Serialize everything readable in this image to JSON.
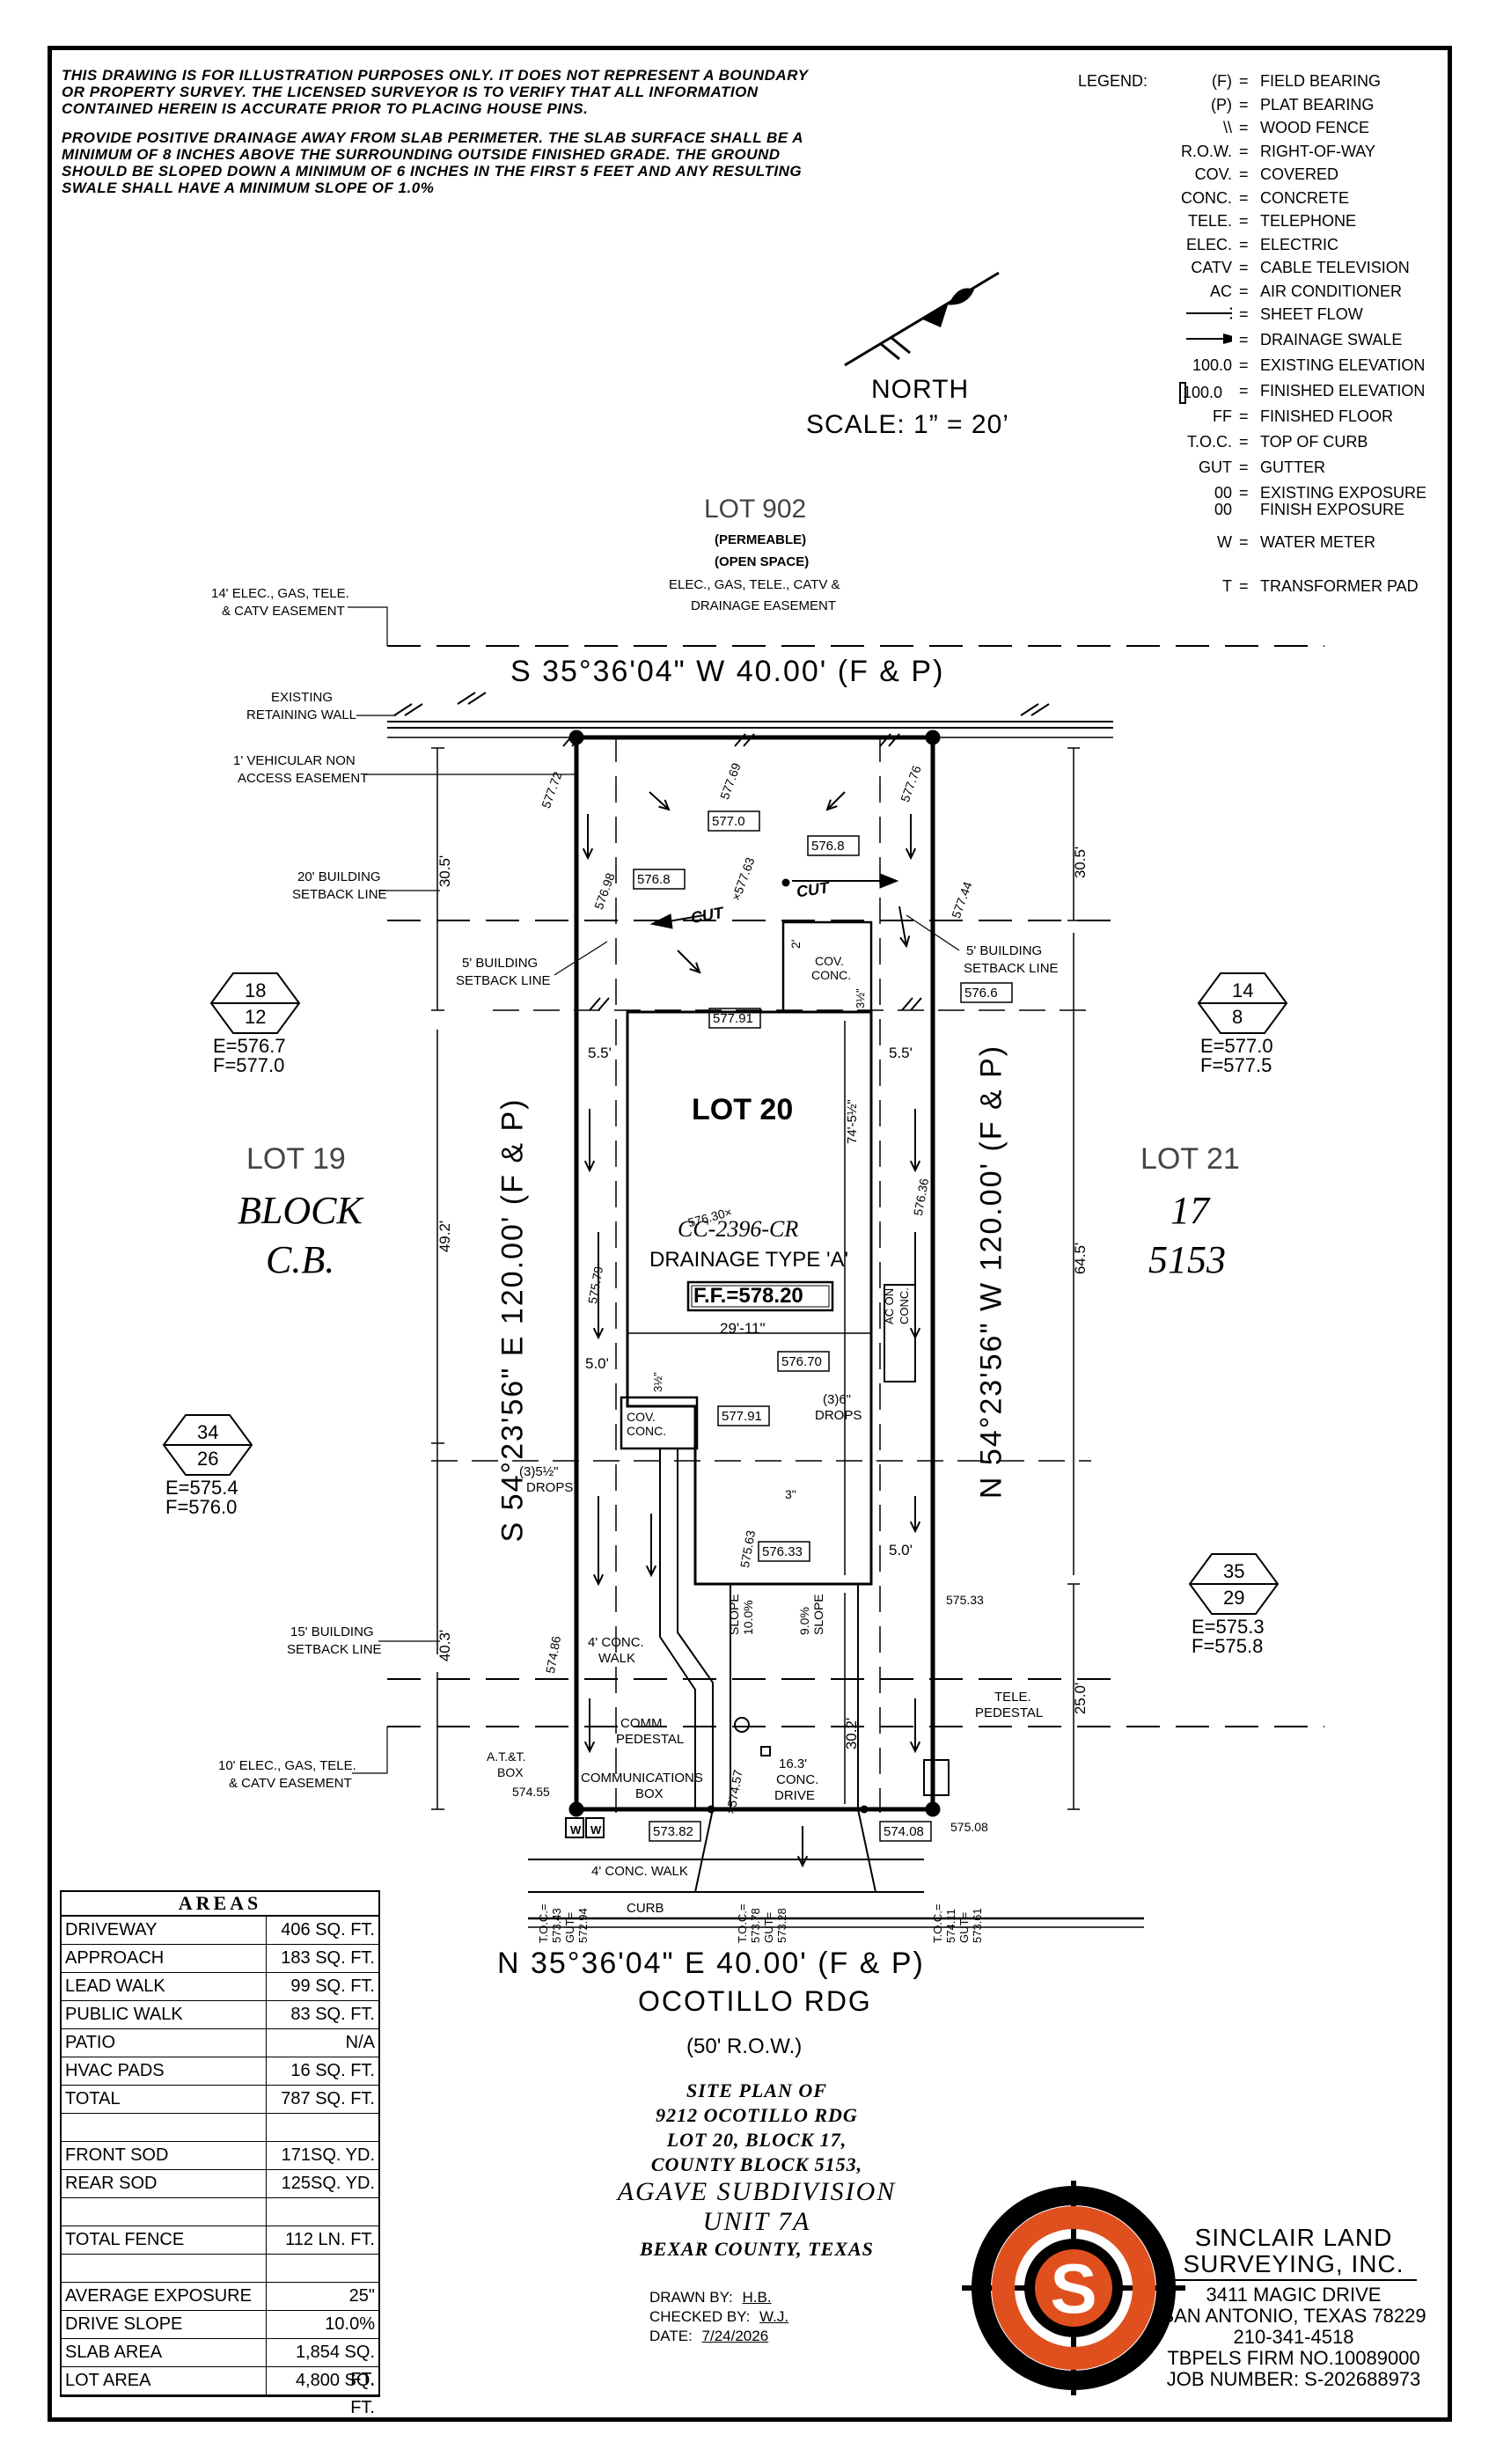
{
  "notes": {
    "disclaimer": "THIS DRAWING IS FOR ILLUSTRATION PURPOSES ONLY. IT DOES NOT REPRESENT A BOUNDARY OR PROPERTY SURVEY. THE LICENSED SURVEYOR IS TO VERIFY THAT ALL INFORMATION CONTAINED HEREIN IS ACCURATE PRIOR TO PLACING HOUSE PINS.",
    "drainage": "PROVIDE POSITIVE DRAINAGE AWAY FROM SLAB PERIMETER. THE SLAB SURFACE SHALL BE A MINIMUM OF 8 INCHES ABOVE THE SURROUNDING OUTSIDE FINISHED GRADE. THE GROUND SHOULD BE SLOPED DOWN A MINIMUM OF 6 INCHES IN THE FIRST 5 FEET AND ANY RESULTING SWALE SHALL HAVE A MINIMUM SLOPE OF 1.0%"
  },
  "legend": {
    "title": "LEGEND:",
    "items": [
      {
        "abbr": "(F)",
        "def": "FIELD BEARING"
      },
      {
        "abbr": "(P)",
        "def": "PLAT BEARING"
      },
      {
        "abbr": "\\\\",
        "def": "WOOD FENCE"
      },
      {
        "abbr": "R.O.W.",
        "def": "RIGHT-OF-WAY"
      },
      {
        "abbr": "COV.",
        "def": "COVERED"
      },
      {
        "abbr": "CONC.",
        "def": "CONCRETE"
      },
      {
        "abbr": "TELE.",
        "def": "TELEPHONE"
      },
      {
        "abbr": "ELEC.",
        "def": "ELECTRIC"
      },
      {
        "abbr": "CATV",
        "def": "CABLE TELEVISION"
      },
      {
        "abbr": "AC",
        "def": "AIR CONDITIONER"
      }
    ],
    "symbols": [
      {
        "sym": "sheet-flow",
        "def": "SHEET FLOW"
      },
      {
        "sym": "drainage-swale",
        "def": "DRAINAGE SWALE"
      },
      {
        "abbr": "100.0",
        "def": "EXISTING ELEVATION"
      },
      {
        "abbr": "100.0",
        "def": "FINISHED ELEVATION"
      },
      {
        "abbr": "FF",
        "def": "FINISHED FLOOR"
      },
      {
        "abbr": "T.O.C.",
        "def": "TOP OF CURB"
      },
      {
        "abbr": "GUT",
        "def": "GUTTER"
      },
      {
        "abbr": "00",
        "abbr2": "00",
        "def": "EXISTING EXPOSURE",
        "def2": "FINISH EXPOSURE"
      },
      {
        "abbr": "W",
        "def": "WATER METER"
      },
      {
        "abbr": "T",
        "def": "TRANSFORMER PAD"
      }
    ]
  },
  "north": {
    "label": "NORTH",
    "scale": "SCALE: 1” = 20’"
  },
  "plan": {
    "lot902": "LOT 902",
    "permeable": "(PERMEABLE)",
    "open_space": "(OPEN SPACE)",
    "easement_top_1": "ELEC., GAS, TELE., CATV &",
    "easement_top_2": "DRAINAGE EASEMENT",
    "easement_14_1": "14' ELEC., GAS, TELE.",
    "easement_14_2": "& CATV EASEMENT",
    "retaining_1": "EXISTING",
    "retaining_2": "RETAINING WALL",
    "vna_1": "1' VEHICULAR NON",
    "vna_2": "ACCESS EASEMENT",
    "setback20_1": "20' BUILDING",
    "setback20_2": "SETBACK LINE",
    "setback5l_1": "5' BUILDING",
    "setback5l_2": "SETBACK LINE",
    "setback5r_1": "5' BUILDING",
    "setback5r_2": "SETBACK LINE",
    "setback15_1": "15' BUILDING",
    "setback15_2": "SETBACK LINE",
    "easement10_1": "10' ELEC., GAS, TELE.",
    "easement10_2": "& CATV EASEMENT",
    "bearing_top": "S 35°36'04\" W 40.00' (F & P)",
    "bearing_bottom": "N 35°36'04\" E 40.00' (F & P)",
    "bearing_left": "S 54°23'56\" E 120.00' (F & P)",
    "bearing_right": "N 54°23'56\" W 120.00' (F & P)",
    "lot20": "LOT 20",
    "cc": "CC-2396-CR",
    "drainage_type": "DRAINAGE TYPE 'A'",
    "ff": "F.F.=578.20",
    "lot19": "LOT 19",
    "block_left_1": "BLOCK",
    "block_left_2": "C.B.",
    "lot21": "LOT 21",
    "block_right_1": "17",
    "block_right_2": "5153",
    "street": "OCOTILLO RDG",
    "row": "(50' R.O.W.)",
    "curb": "CURB",
    "conc_walk_front": "4' CONC. WALK",
    "conc_walk_side_1": "4' CONC.",
    "conc_walk_side_2": "WALK",
    "cov_conc_top_1": "COV.",
    "cov_conc_top_2": "CONC.",
    "cov_conc_bot_1": "COV.",
    "cov_conc_bot_2": "CONC.",
    "ac_1": "AC ON",
    "ac_2": "CONC.",
    "drops_right_1": "(3)6\"",
    "drops_right_2": "DROPS",
    "drops_left_1": "(3)5½\"",
    "drops_left_2": "DROPS",
    "slope_left_1": "SLOPE",
    "slope_left_2": "10.0%",
    "slope_right_1": "9.0%",
    "slope_right_2": "SLOPE",
    "comm_1": "COMM.",
    "comm_2": "PEDESTAL",
    "att_1": "A.T.&T.",
    "att_2": "BOX",
    "comm_box_1": "COMMUNICATIONS",
    "comm_box_2": "BOX",
    "drive_1": "16.3'",
    "drive_2": "CONC.",
    "drive_3": "DRIVE",
    "tele_1": "TELE.",
    "tele_2": "PEDESTAL",
    "cut1": "CUT",
    "cut2": "CUT",
    "dim_30_5_l": "30.5'",
    "dim_30_5_r": "30.5'",
    "dim_49_2": "49.2'",
    "dim_64_5": "64.5'",
    "dim_40_3": "40.3'",
    "dim_25_0": "25.0'",
    "dim_30_2": "30.2'",
    "dim_5_5_l": "5.5'",
    "dim_5_5_r": "5.5'",
    "dim_5_0_l": "5.0'",
    "dim_5_0_r": "5.0'",
    "dim_29_11": "29'-11\"",
    "dim_74_5": "74'-5½\"",
    "dim_2": "2'",
    "dim_3_5": "3½\"",
    "dim_3_5b": "3½\"",
    "dim_3": "3\"",
    "elev_boxes": [
      "577.0",
      "576.8",
      "576.8",
      "576.6",
      "577.91",
      "576.70",
      "577.91",
      "576.33",
      "573.82",
      "574.08"
    ],
    "elev_texts": [
      "577.72",
      "577.69",
      "577.76",
      "576.98",
      "×577.63",
      "577.44",
      "576.30×",
      "575.79",
      "576.36",
      "575.63",
      "574.86",
      "575.33",
      "574.55",
      "×574.57",
      "575.08"
    ],
    "toc_left": [
      "T.O.C.=",
      "573.43",
      "GUT=",
      "572.94"
    ],
    "toc_mid": [
      "T.O.C.=",
      "573.78",
      "GUT=",
      "573.28"
    ],
    "toc_right": [
      "T.O.C.=",
      "574.11",
      "GUT=",
      "573.61"
    ],
    "exposures": [
      {
        "top": "18",
        "bot": "12",
        "e": "E=576.7",
        "f": "F=577.0"
      },
      {
        "top": "14",
        "bot": "8",
        "e": "E=577.0",
        "f": "F=577.5"
      },
      {
        "top": "34",
        "bot": "26",
        "e": "E=575.4",
        "f": "F=576.0"
      },
      {
        "top": "35",
        "bot": "29",
        "e": "E=575.3",
        "f": "F=575.8"
      }
    ],
    "w1": "W",
    "w2": "W"
  },
  "areas": {
    "title": "AREAS",
    "rows": [
      {
        "label": "DRIVEWAY",
        "value": "406 SQ. FT."
      },
      {
        "label": "APPROACH",
        "value": "183 SQ. FT."
      },
      {
        "label": "LEAD WALK",
        "value": "99 SQ. FT."
      },
      {
        "label": "PUBLIC WALK",
        "value": "83 SQ. FT."
      },
      {
        "label": "PATIO",
        "value": "N/A"
      },
      {
        "label": "HVAC PADS",
        "value": "16 SQ. FT."
      },
      {
        "label": "TOTAL",
        "value": "787 SQ. FT."
      },
      {
        "label": "",
        "value": ""
      },
      {
        "label": "FRONT SOD",
        "value": "171SQ. YD."
      },
      {
        "label": "REAR SOD",
        "value": "125SQ. YD."
      },
      {
        "label": "",
        "value": ""
      },
      {
        "label": "TOTAL FENCE",
        "value": "112 LN. FT."
      },
      {
        "label": "",
        "value": ""
      },
      {
        "label": "AVERAGE EXPOSURE",
        "value": "25\""
      },
      {
        "label": "DRIVE SLOPE",
        "value": "10.0%"
      },
      {
        "label": "SLAB AREA",
        "value": "1,854 SQ. FT."
      },
      {
        "label": "LOT AREA",
        "value": "4,800 SQ. FT."
      }
    ]
  },
  "title_block": {
    "l1": "SITE PLAN OF",
    "l2": "9212 OCOTILLO RDG",
    "l3": "LOT 20, BLOCK 17,",
    "l4": "COUNTY BLOCK 5153,",
    "l5": "AGAVE SUBDIVISION",
    "l6": "UNIT 7A",
    "l7": "BEXAR COUNTY, TEXAS",
    "drawn_label": "DRAWN BY:",
    "drawn": "H.B.",
    "checked_label": "CHECKED BY:",
    "checked": "W.J.",
    "date_label": "DATE:",
    "date": "7/24/2026"
  },
  "company": {
    "name1": "SINCLAIR LAND",
    "name2": "SURVEYING, INC.",
    "addr1": "3411 MAGIC DRIVE",
    "addr2": "SAN ANTONIO, TEXAS 78229",
    "phone": "210-341-4518",
    "firm": "TBPELS FIRM NO.10089000",
    "job": "JOB NUMBER:   S-202688973",
    "logo_letter": "S",
    "accent": "#e0501f"
  }
}
